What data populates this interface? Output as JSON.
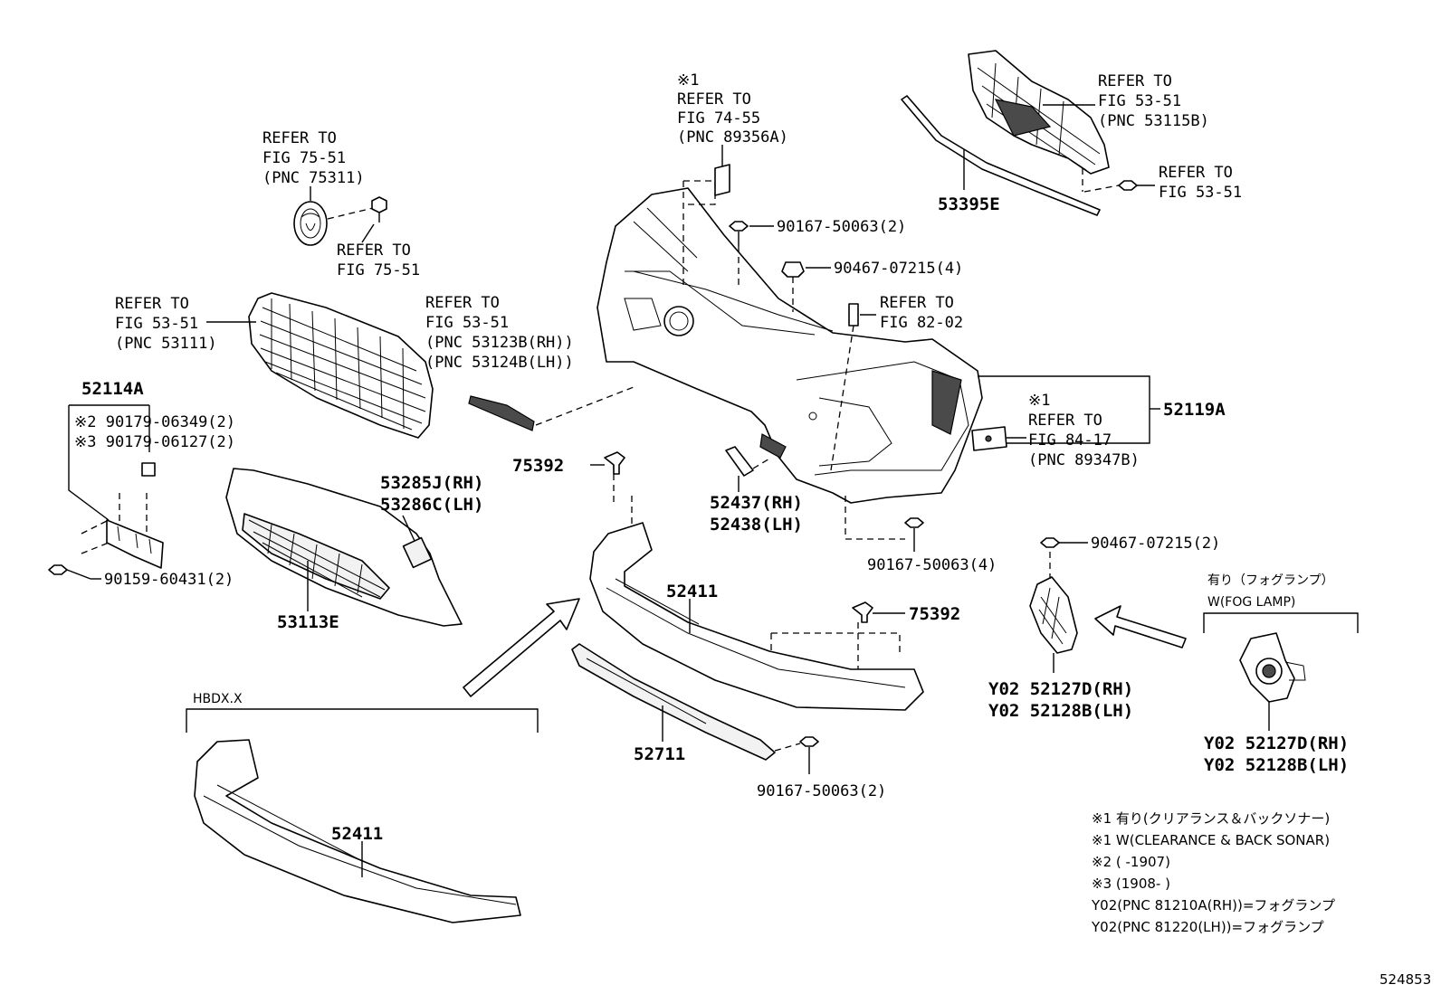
{
  "diagram": {
    "labels": {
      "refer_75311": [
        "REFER TO",
        "FIG 75-51",
        "(PNC 75311)"
      ],
      "refer_75_51": [
        "REFER TO",
        "FIG 75-51"
      ],
      "refer_53111": [
        "REFER TO",
        "FIG 53-51",
        "(PNC 53111)"
      ],
      "refer_53123": [
        "REFER TO",
        "FIG 53-51",
        "(PNC 53123B(RH))",
        "(PNC 53124B(LH))"
      ],
      "refer_89356": [
        "※1",
        "REFER TO",
        "FIG 74-55",
        "(PNC 89356A)"
      ],
      "refer_53115": [
        "REFER TO",
        "FIG 53-51",
        "(PNC 53115B)"
      ],
      "refer_53_51_b": [
        "REFER TO",
        "FIG 53-51"
      ],
      "refer_82_02": [
        "REFER TO",
        "FIG 82-02"
      ],
      "refer_89347": [
        "※1",
        "REFER TO",
        "FIG 84-17",
        "(PNC 89347B)"
      ],
      "p_53395E": "53395E",
      "p_90167_top": "90167-50063(2)",
      "p_90467_4": "90467-07215(4)",
      "p_52119A": "52119A",
      "p_52114A": "52114A",
      "p_90179_a": "※2 90179-06349(2)",
      "p_90179_b": "※3 90179-06127(2)",
      "p_90159": "90159-60431(2)",
      "p_53285": [
        "53285J(RH)",
        "53286C(LH)"
      ],
      "p_53113E": "53113E",
      "p_75392_a": "75392",
      "p_75392_b": "75392",
      "p_52437": [
        "52437(RH)",
        "52438(LH)"
      ],
      "p_90167_4": "90167-50063(4)",
      "p_90467_2": "90467-07215(2)",
      "p_52411_a": "52411",
      "p_52411_b": "52411",
      "p_52711": "52711",
      "p_90167_bot": "90167-50063(2)",
      "p_y02_a": [
        "Y02 52127D(RH)",
        "Y02 52128B(LH)"
      ],
      "p_y02_b": [
        "Y02 52127D(RH)",
        "Y02 52128B(LH)"
      ],
      "fog_jp": "有り（フォグランプ）",
      "fog_en": "W(FOG LAMP)",
      "hbdx": "HBDX.X"
    },
    "footnotes": [
      "※1 有り(クリアランス＆バックソナー)",
      "※1 W(CLEARANCE & BACK SONAR)",
      "※2 (        -1907)",
      "※3 (1908-        )",
      "Y02(PNC 81210A(RH))=フォグランプ",
      "Y02(PNC 81220(LH))=フォグランプ"
    ],
    "illustration_number": "524853"
  }
}
